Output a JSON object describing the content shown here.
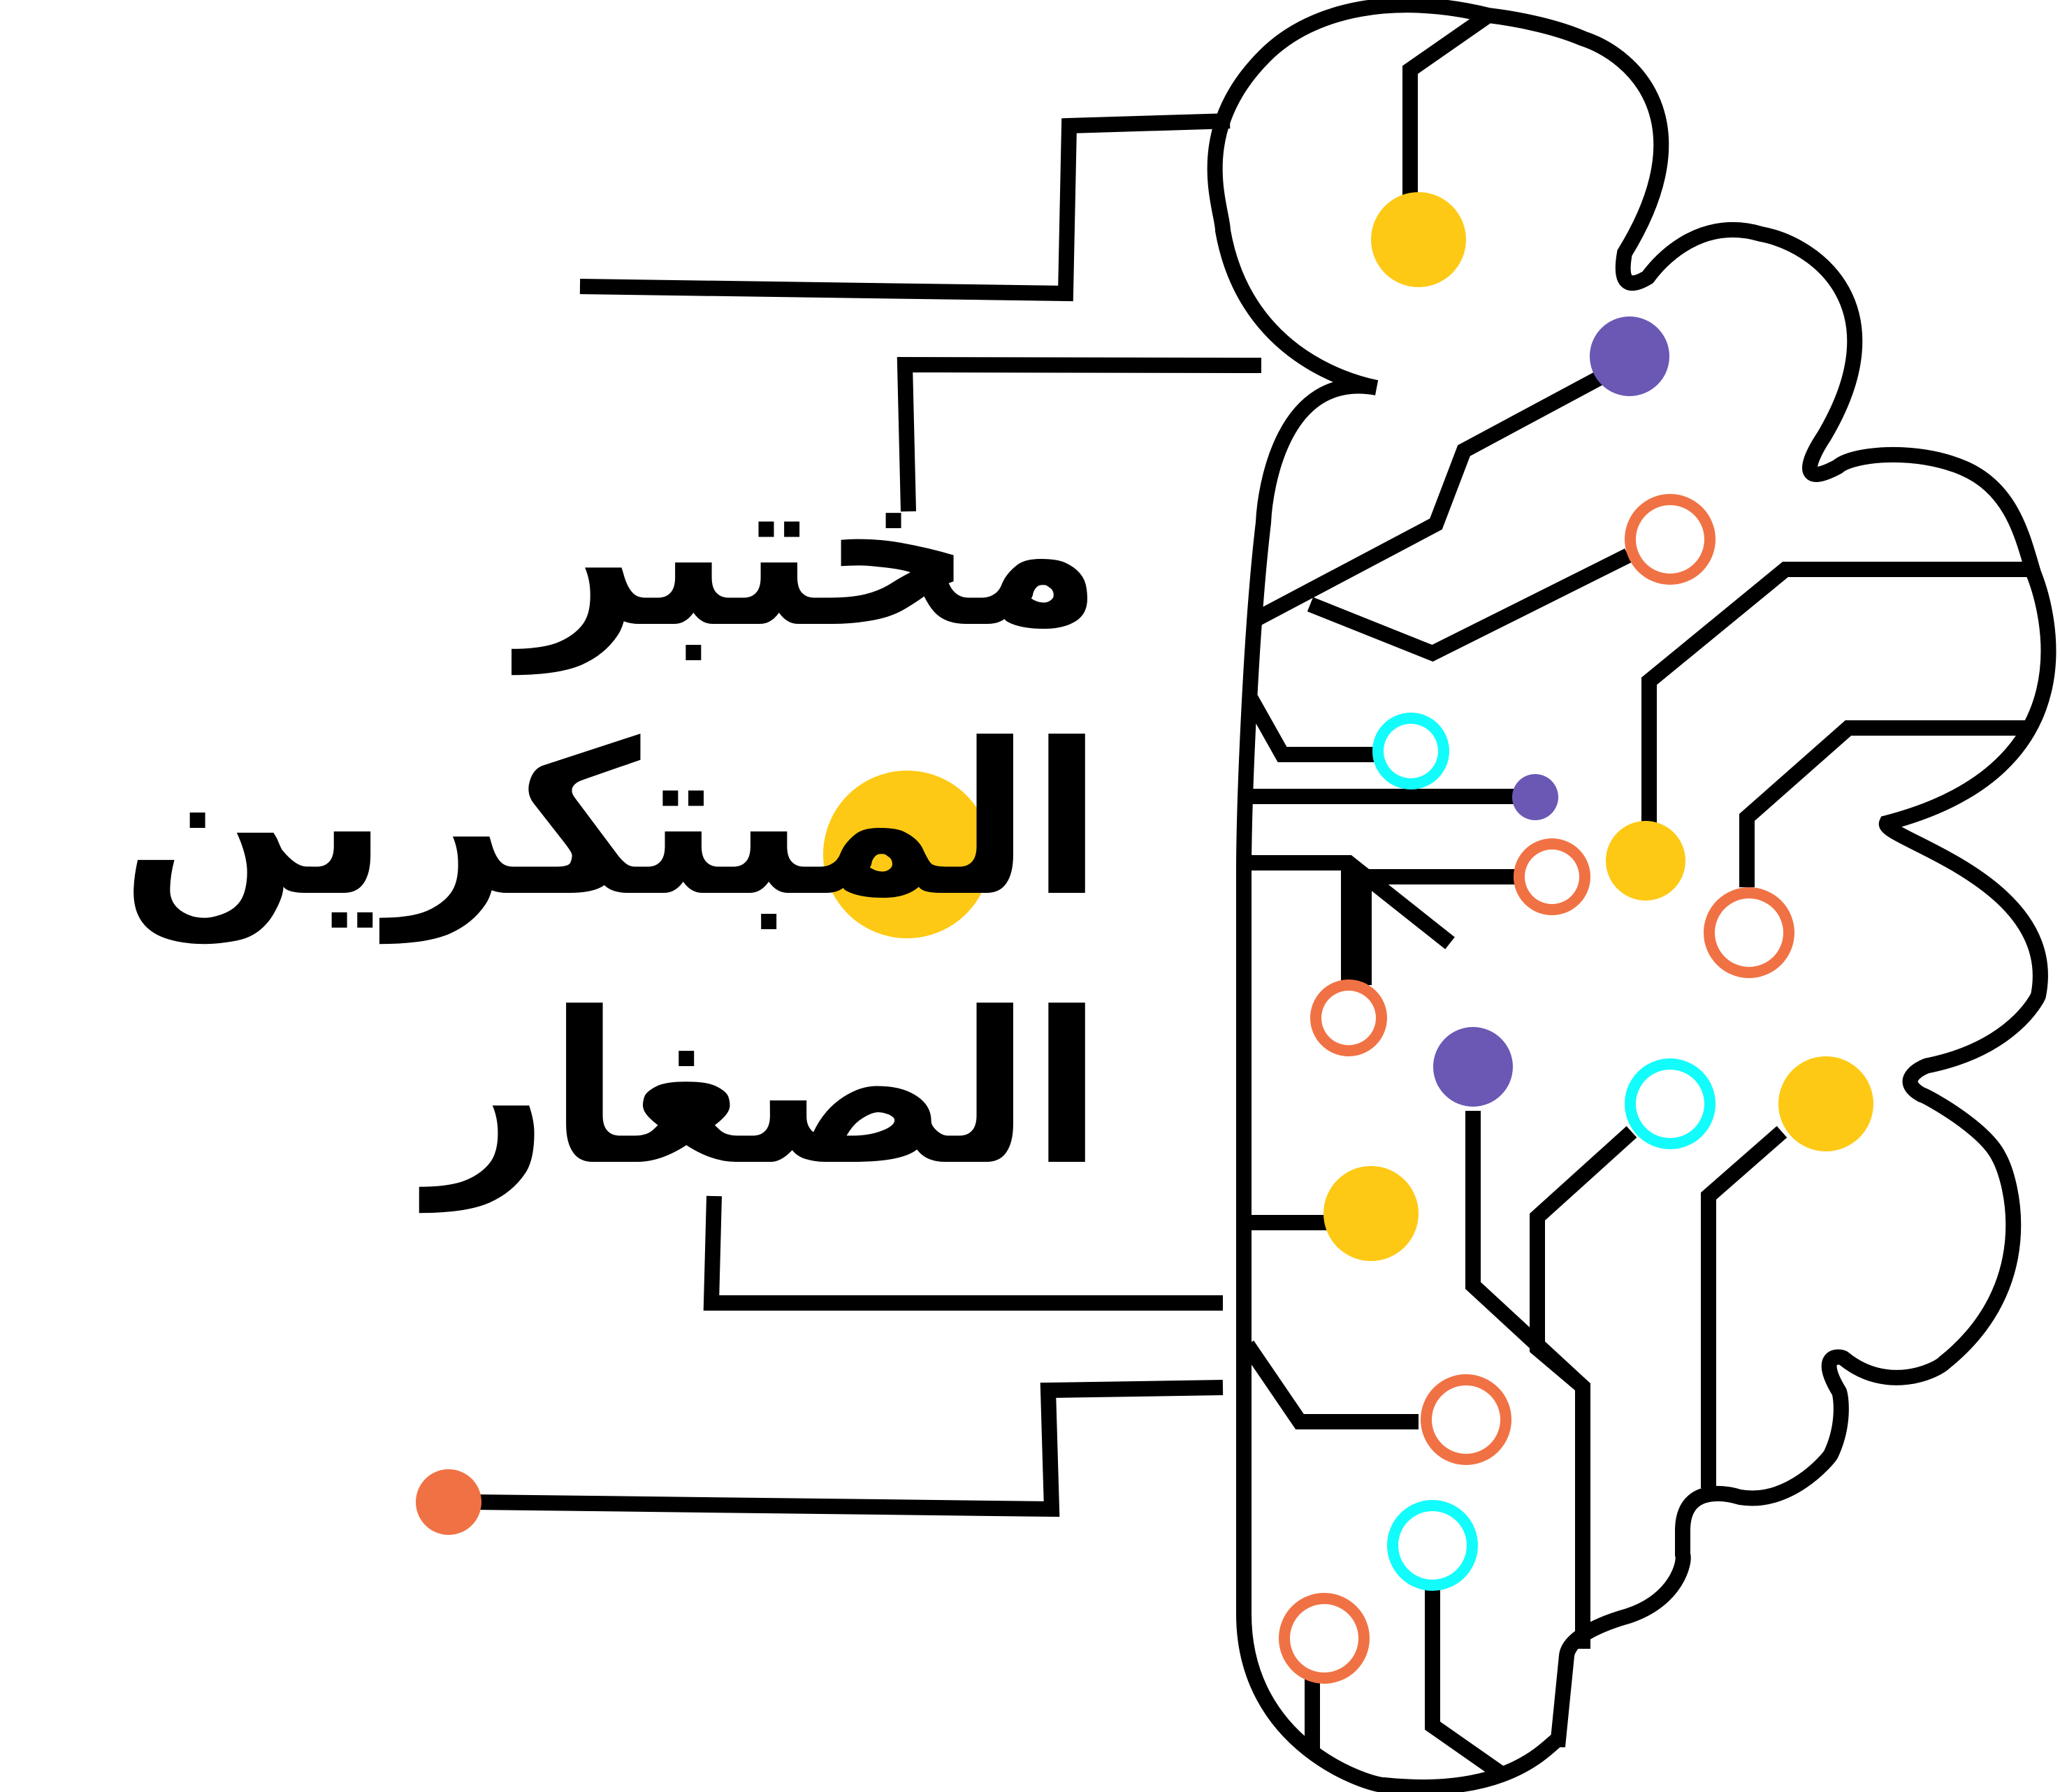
{
  "title": {
    "line1": "مختبر",
    "line2": "المبتكرين",
    "line3": "الصغار"
  },
  "colors": {
    "ink": "#000000",
    "yellow": "#fec914",
    "purple": "#6a58b4",
    "orange": "#f07244",
    "cyan": "#12fcfc",
    "background": "#ffffff"
  }
}
